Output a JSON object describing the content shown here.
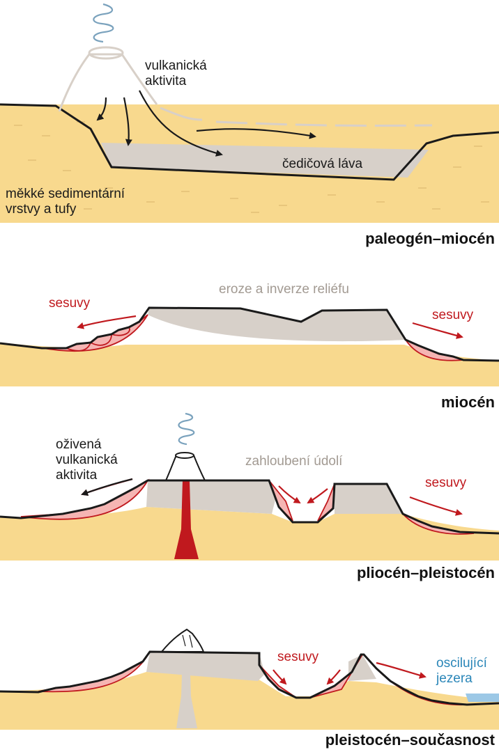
{
  "colors": {
    "sediment": "#f8d98e",
    "lava": "#d7d0c9",
    "landslide": "#f5b5b3",
    "outline": "#1a1a1a",
    "red": "#c0191e",
    "lake": "#9cc8e6"
  },
  "panel1": {
    "title": "paleogén–miocén",
    "label_volcanic": "vulkanická\naktivita",
    "label_lava": "čedičová láva",
    "label_sediment": "měkké sedimentární\nvrstvy a tufy"
  },
  "panel2": {
    "title": "miocén",
    "label_erosion": "eroze a inverze reliéfu",
    "label_landslide_left": "sesuvy",
    "label_landslide_right": "sesuvy"
  },
  "panel3": {
    "title": "pliocén–pleistocén",
    "label_volcanic": "oživená\nvulkanická\naktivita",
    "label_valley": "zahloubení údolí",
    "label_landslide": "sesuvy"
  },
  "panel4": {
    "title": "pleistocén–současnost",
    "label_landslide": "sesuvy",
    "label_lakes": "oscilující\njezera"
  }
}
